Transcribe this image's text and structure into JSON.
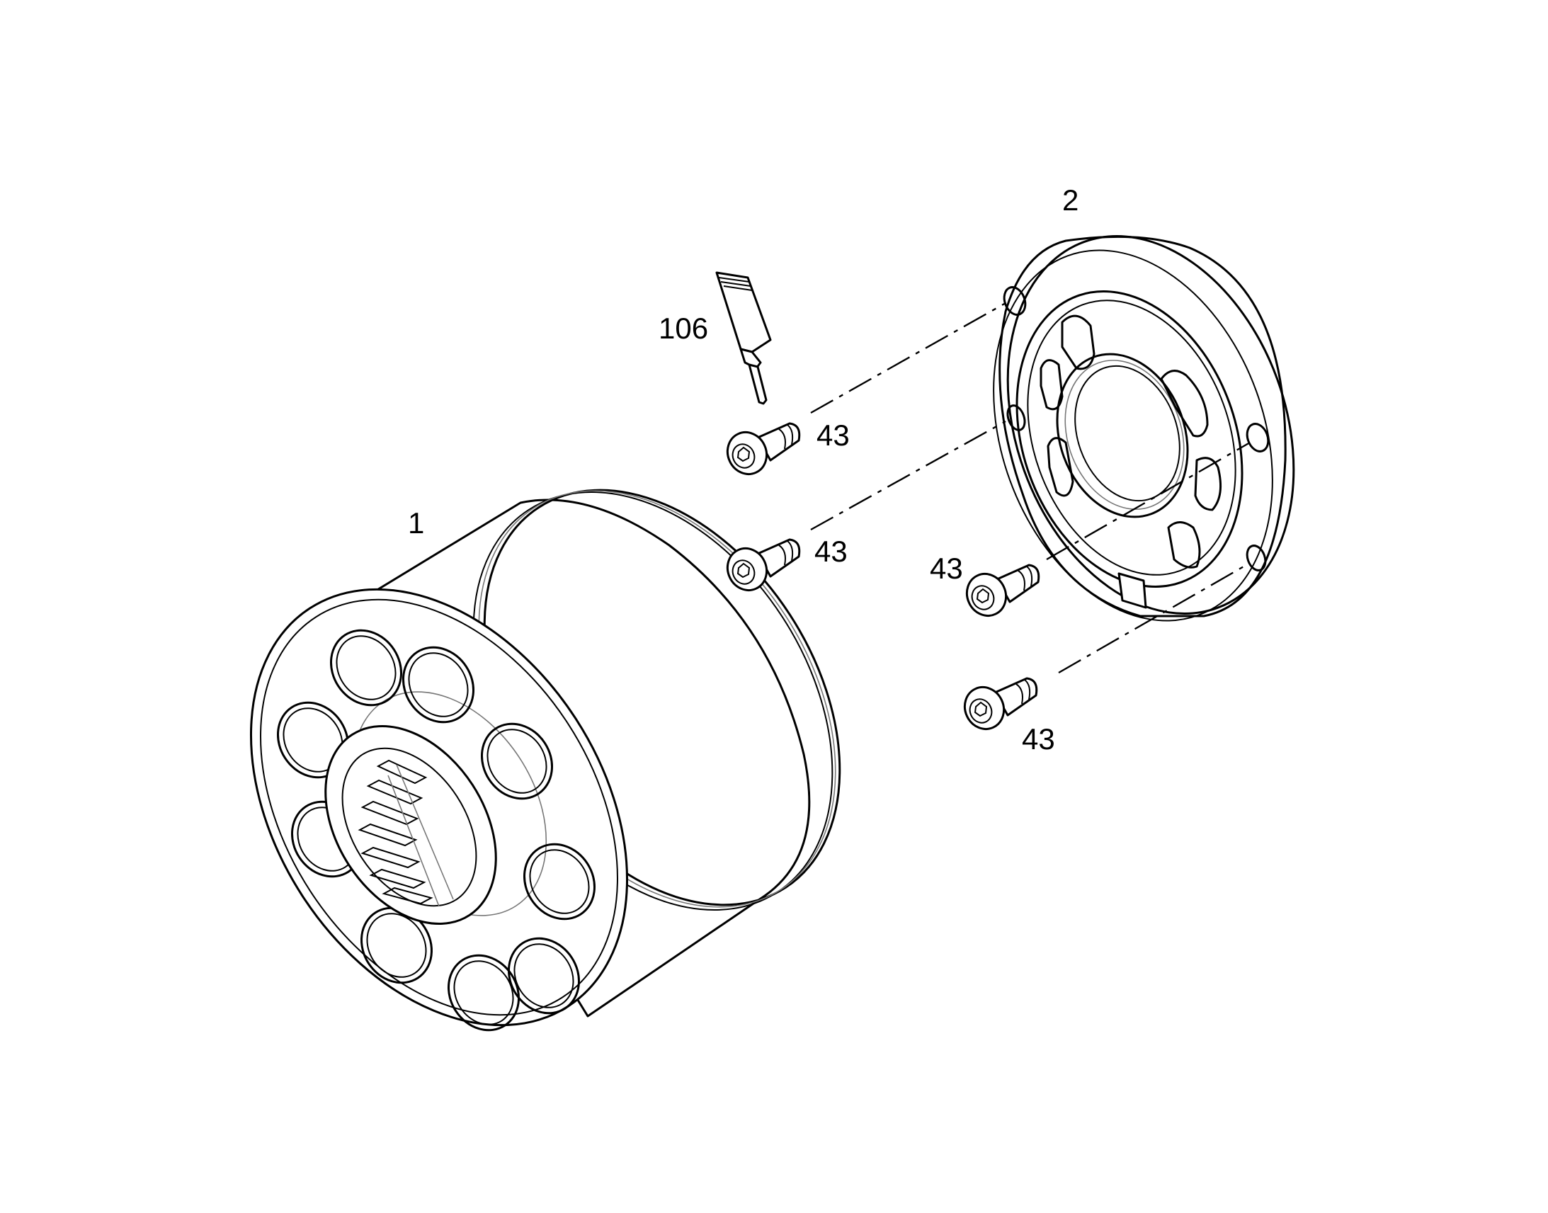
{
  "callouts": {
    "cylinder_block": "1",
    "control_plate": "2",
    "sealant_tube": "106",
    "screw_a": "43",
    "screw_b": "43",
    "screw_c": "43",
    "screw_d": "43"
  },
  "colors": {
    "line": "#000000",
    "background": "#ffffff"
  }
}
